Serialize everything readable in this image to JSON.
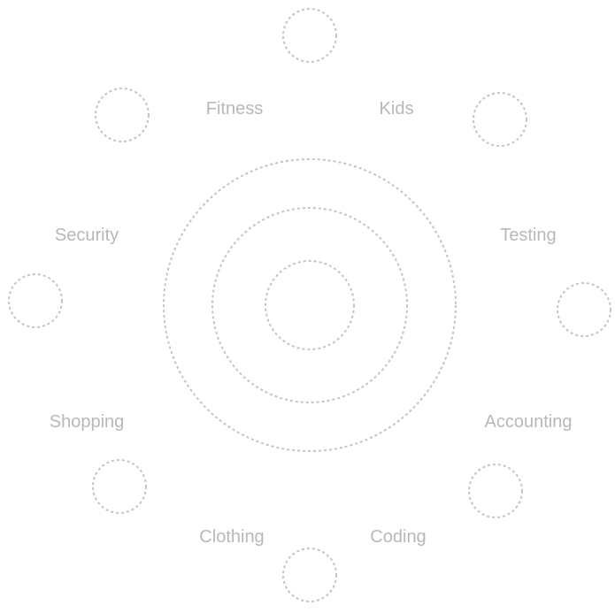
{
  "colors": {
    "stroke": "#f0f0f0",
    "text": "#f1f1f1"
  },
  "center_icon": "globe-network-icon",
  "nodes": [
    {
      "label": "Fitness",
      "icon": "dumbbell-icon"
    },
    {
      "label": "Kids",
      "icon": "child-icon"
    },
    {
      "label": "Security",
      "icon": "shield-icon"
    },
    {
      "label": "Testing",
      "icon": "check-icon"
    },
    {
      "label": "Shopping",
      "icon": "cart-icon"
    },
    {
      "label": "Accounting",
      "icon": "calculator-icon"
    },
    {
      "label": "Clothing",
      "icon": "shirt-icon"
    },
    {
      "label": "Coding",
      "icon": "code-icon"
    }
  ]
}
